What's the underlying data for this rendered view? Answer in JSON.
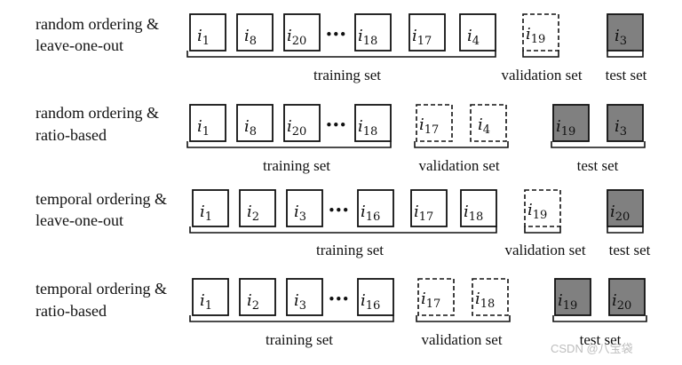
{
  "schemes": [
    {
      "label_line1": "random ordering &",
      "label_line2": "leave-one-out",
      "training": [
        "1",
        "8",
        "20",
        "18"
      ],
      "validation": [
        "17",
        "4",
        "19"
      ],
      "test": [
        "3"
      ],
      "training_label": "training set",
      "validation_label": "validation set",
      "test_label": "test set"
    },
    {
      "label_line1": "random ordering &",
      "label_line2": "ratio-based",
      "training": [
        "1",
        "8",
        "20",
        "18"
      ],
      "validation": [
        "17",
        "4"
      ],
      "test": [
        "19",
        "3"
      ],
      "training_label": "training set",
      "validation_label": "validation set",
      "test_label": "test set"
    },
    {
      "label_line1": "temporal ordering &",
      "label_line2": "leave-one-out",
      "training": [
        "1",
        "2",
        "3",
        "16"
      ],
      "validation": [
        "17",
        "18",
        "19"
      ],
      "test": [
        "20"
      ],
      "training_label": "training set",
      "validation_label": "validation set",
      "test_label": "test set"
    },
    {
      "label_line1": "temporal ordering &",
      "label_line2": "ratio-based",
      "training": [
        "1",
        "2",
        "3",
        "16"
      ],
      "validation": [
        "17",
        "18"
      ],
      "test": [
        "19",
        "20"
      ],
      "training_label": "training set",
      "validation_label": "validation set",
      "test_label": "test set"
    }
  ],
  "item_symbol": "i",
  "ellipsis": "•••",
  "watermark": "CSDN @八宝袋"
}
